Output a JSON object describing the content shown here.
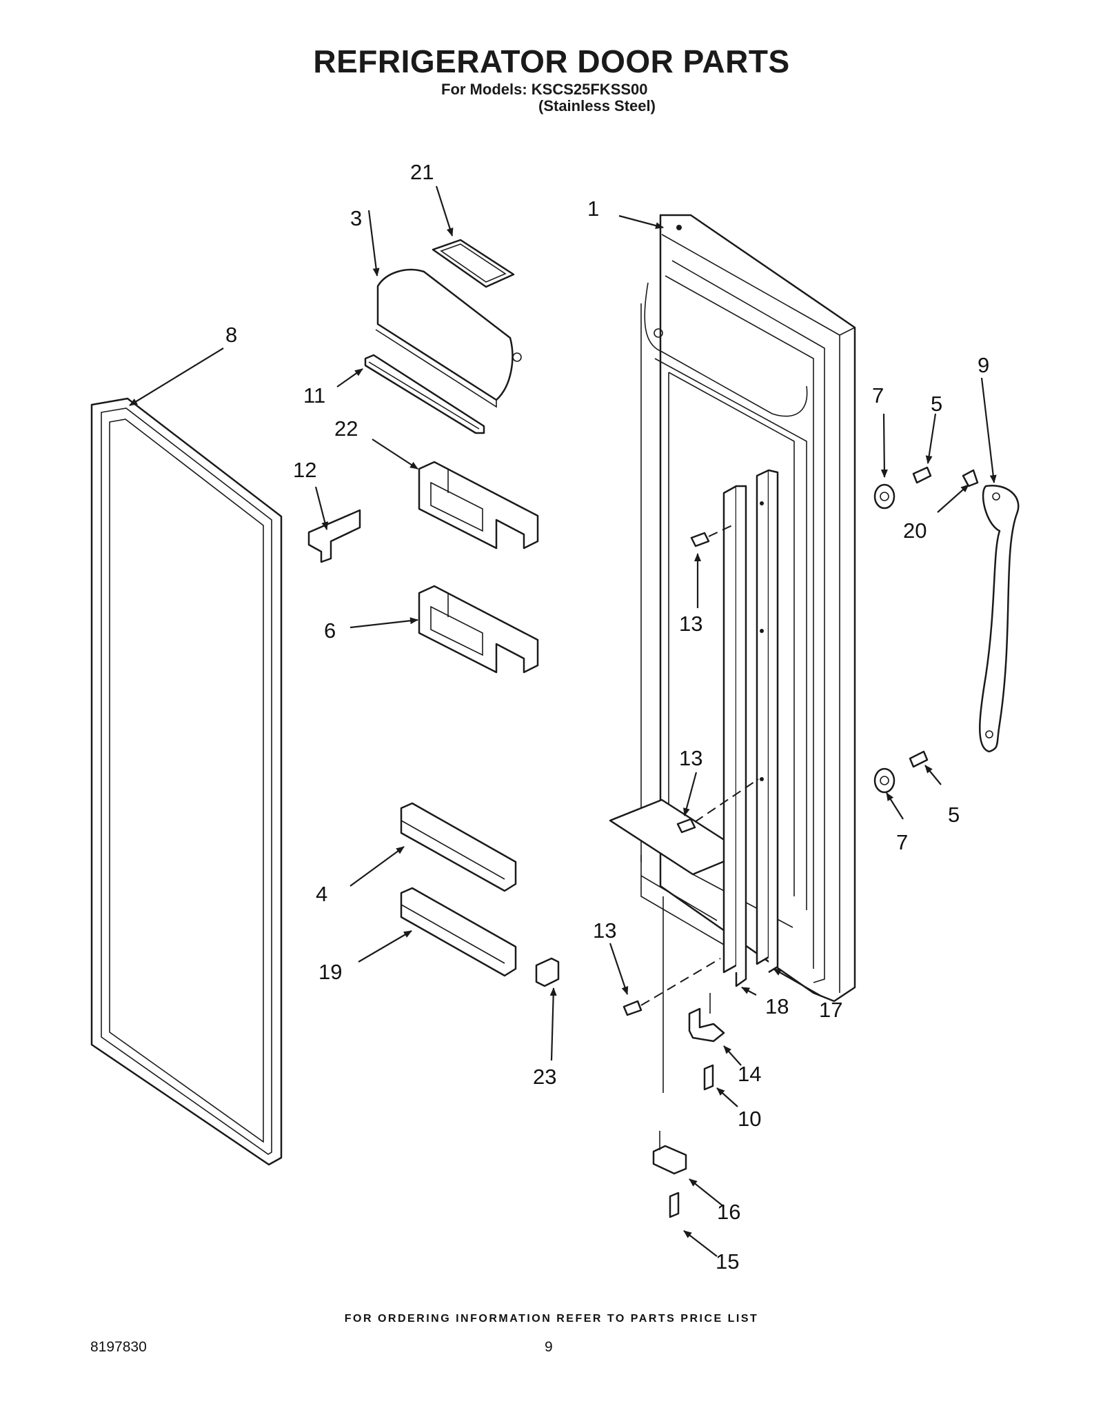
{
  "header": {
    "title": "REFRIGERATOR DOOR PARTS",
    "models_line": "For Models: KSCS25FKSS00",
    "finish_line": "(Stainless Steel)"
  },
  "callouts": [
    {
      "id": "c1",
      "label": "1"
    },
    {
      "id": "c3",
      "label": "3"
    },
    {
      "id": "c4",
      "label": "4"
    },
    {
      "id": "c5a",
      "label": "5"
    },
    {
      "id": "c5b",
      "label": "5"
    },
    {
      "id": "c6",
      "label": "6"
    },
    {
      "id": "c7a",
      "label": "7"
    },
    {
      "id": "c7b",
      "label": "7"
    },
    {
      "id": "c8",
      "label": "8"
    },
    {
      "id": "c9",
      "label": "9"
    },
    {
      "id": "c10",
      "label": "10"
    },
    {
      "id": "c11",
      "label": "11"
    },
    {
      "id": "c12",
      "label": "12"
    },
    {
      "id": "c13a",
      "label": "13"
    },
    {
      "id": "c13b",
      "label": "13"
    },
    {
      "id": "c13c",
      "label": "13"
    },
    {
      "id": "c14",
      "label": "14"
    },
    {
      "id": "c15",
      "label": "15"
    },
    {
      "id": "c16",
      "label": "16"
    },
    {
      "id": "c17",
      "label": "17"
    },
    {
      "id": "c18",
      "label": "18"
    },
    {
      "id": "c19",
      "label": "19"
    },
    {
      "id": "c20",
      "label": "20"
    },
    {
      "id": "c21",
      "label": "21"
    },
    {
      "id": "c22",
      "label": "22"
    },
    {
      "id": "c23",
      "label": "23"
    }
  ],
  "footer": {
    "ordering_note": "FOR ORDERING INFORMATION REFER TO PARTS PRICE LIST",
    "doc_number": "8197830",
    "page_number": "9"
  }
}
